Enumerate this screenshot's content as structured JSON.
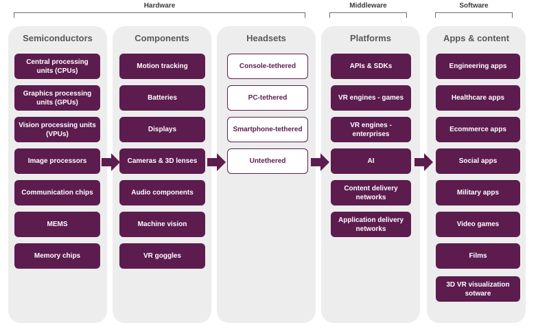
{
  "groups": {
    "hardware": "Hardware",
    "middleware": "Middleware",
    "software": "Software"
  },
  "columns": {
    "semiconductors": {
      "title": "Semiconductors",
      "items": [
        "Central processing units (CPUs)",
        "Graphics processing units (GPUs)",
        "Vision processing units (VPUs)",
        "Image processors",
        "Communication chips",
        "MEMS",
        "Memory chips"
      ]
    },
    "components": {
      "title": "Components",
      "items": [
        "Motion tracking",
        "Batteries",
        "Displays",
        "Cameras & 3D lenses",
        "Audio components",
        "Machine vision",
        "VR goggles"
      ]
    },
    "headsets": {
      "title": "Headsets",
      "items": [
        "Console-tethered",
        "PC-tethered",
        "Smartphone-tethered",
        "Untethered"
      ]
    },
    "platforms": {
      "title": "Platforms",
      "items": [
        "APIs & SDKs",
        "VR engines - games",
        "VR engines - enterprises",
        "AI",
        "Content delivery networks",
        "Application delivery networks"
      ]
    },
    "apps": {
      "title": "Apps & content",
      "items": [
        "Engineering apps",
        "Healthcare apps",
        "Ecommerce apps",
        "Social apps",
        "Military apps",
        "Video games",
        "Films",
        "3D VR visualization sotware"
      ]
    }
  },
  "colors": {
    "accent": "#5c1c4e",
    "panel": "#ededed"
  }
}
